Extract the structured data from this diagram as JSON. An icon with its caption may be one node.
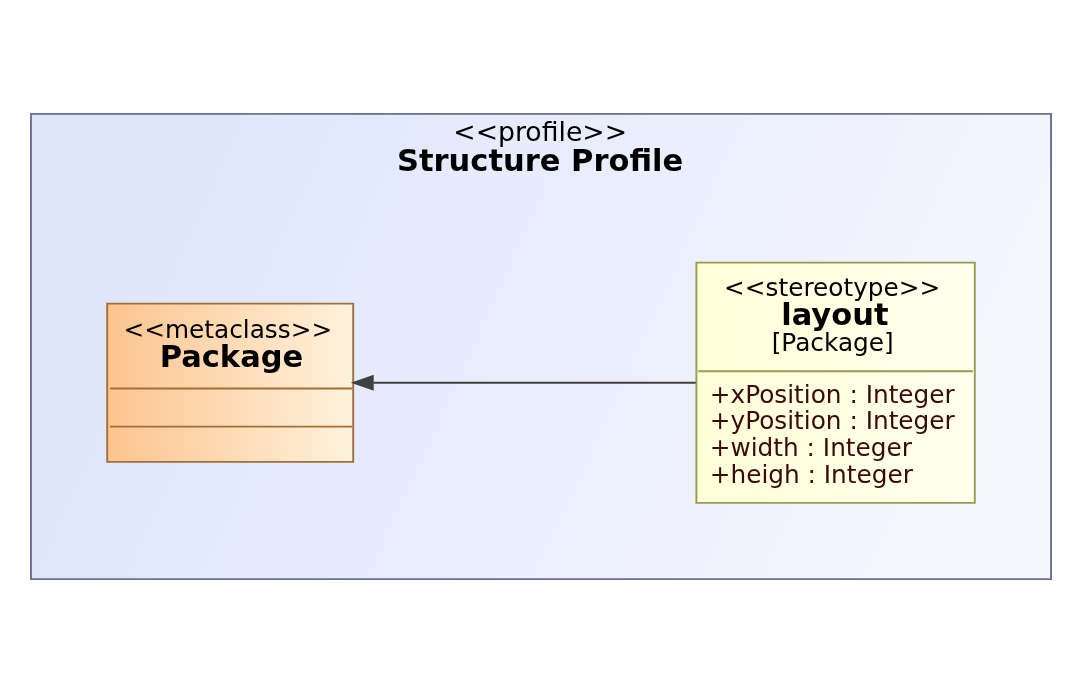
{
  "diagram": {
    "nodes": [
      {
        "text": [
          "<<profile>>",
          "Structure Profile"
        ]
      },
      {
        "text": [
          "<<metaclass>>",
          "Package"
        ],
        "in": 0
      },
      {
        "text": [
          "<<stereotype>>",
          "layout",
          "[Package]",
          "+xPosition : Integer",
          "+yPosition : Integer",
          "+width : Integer",
          "+heigh : Integer"
        ],
        "in": 0
      }
    ],
    "edges": [
      {
        "from": 2,
        "to": 1,
        "arrow": "to"
      }
    ]
  }
}
